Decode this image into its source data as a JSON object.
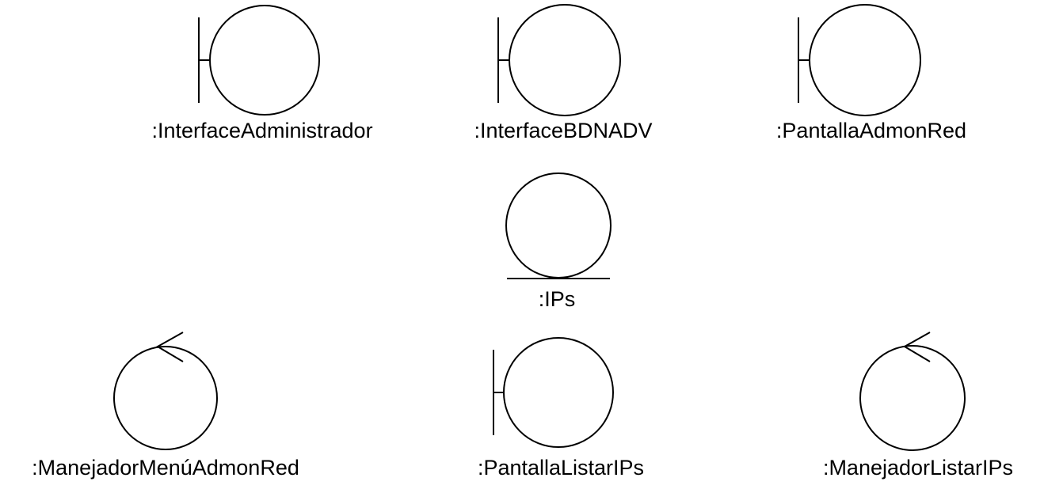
{
  "diagram": {
    "type": "uml-robustness-diagram",
    "elements": [
      {
        "kind": "boundary",
        "icon": "boundary-icon",
        "label": ":InterfaceAdministrador"
      },
      {
        "kind": "boundary",
        "icon": "boundary-icon",
        "label": ":InterfaceBDNADV"
      },
      {
        "kind": "boundary",
        "icon": "boundary-icon",
        "label": ":PantallaAdmonRed"
      },
      {
        "kind": "entity",
        "icon": "entity-icon",
        "label": ":IPs"
      },
      {
        "kind": "control",
        "icon": "control-icon",
        "label": ":ManejadorMenúAdmonRed"
      },
      {
        "kind": "boundary",
        "icon": "boundary-icon",
        "label": ":PantallaListarIPs"
      },
      {
        "kind": "control",
        "icon": "control-icon",
        "label": ":ManejadorListarIPs"
      }
    ]
  }
}
